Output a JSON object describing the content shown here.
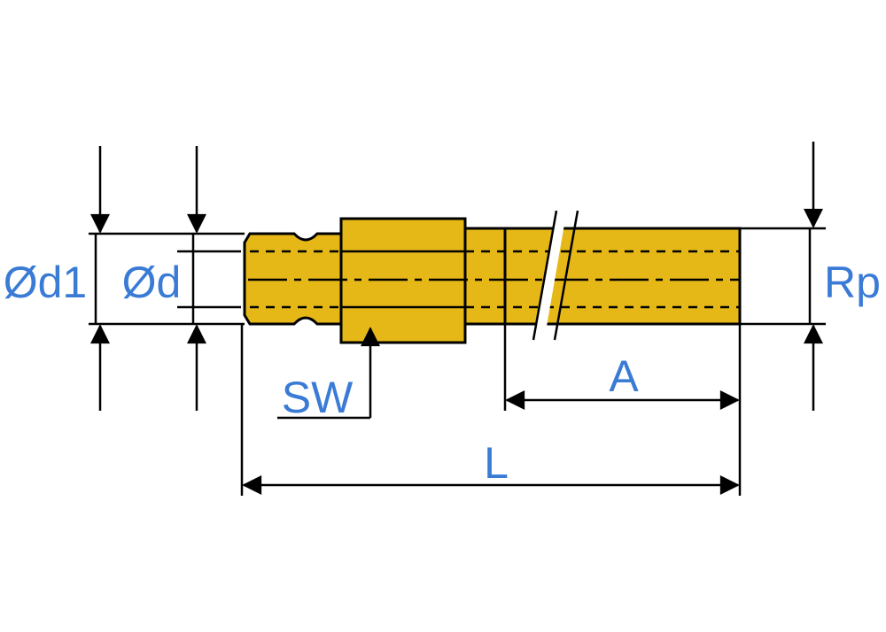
{
  "labels": {
    "d1": "Ød1",
    "d": "Ød",
    "rp": "Rp",
    "sw": "SW",
    "a": "A",
    "l": "L"
  },
  "colors": {
    "body": "#e6b817",
    "label": "#3a7bd5",
    "line": "#000000"
  }
}
